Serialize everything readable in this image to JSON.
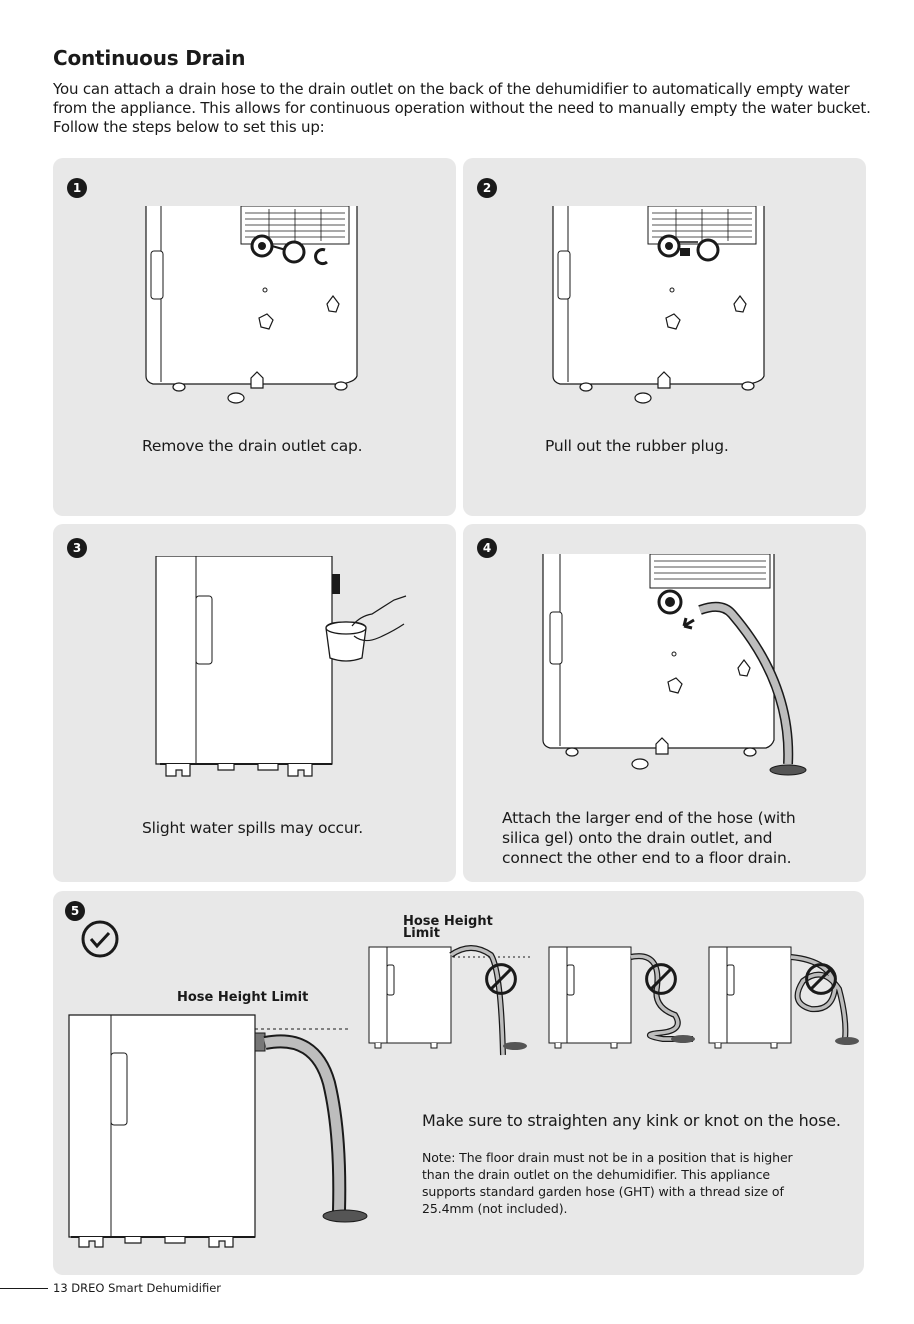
{
  "heading": "Continuous Drain",
  "intro": "You can attach a drain hose to the drain outlet on the back of the dehumidifier to automatically empty water from the appliance. This allows for continuous operation without the need to manually empty the water bucket. Follow the steps below to set this up:",
  "steps": [
    {
      "number": "1",
      "caption": "Remove the drain outlet cap."
    },
    {
      "number": "2",
      "caption": "Pull out the rubber plug."
    },
    {
      "number": "3",
      "caption": "Slight water spills may occur."
    },
    {
      "number": "4",
      "caption": "Attach the larger end of the hose (with silica gel) onto the drain outlet, and connect the other end to a floor drain."
    },
    {
      "number": "5",
      "caption": "Make sure to straighten any kink or knot on the hose."
    }
  ],
  "hose_height_label": "Hose Height Limit",
  "hose_height_label_small": "Hose Height Limit",
  "note": "Note: The floor drain must not be in a position that is higher than the drain outlet on the dehumidifier. This appliance supports standard garden hose (GHT) with a thread size of 25.4mm (not included).",
  "footer": "13 DREO Smart Dehumidifier",
  "colors": {
    "panel": "#e8e8e8",
    "ink": "#1a1a1a"
  },
  "icons": [
    "check-circle-icon",
    "prohibited-icon"
  ]
}
